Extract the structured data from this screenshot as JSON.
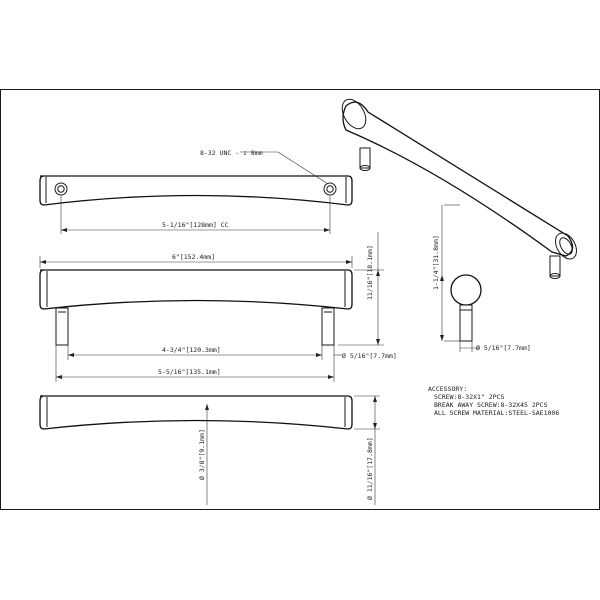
{
  "labels": {
    "thread": "8-32 UNC - ↧ 8mm",
    "cc": "5-1/16\"[128mm] CC",
    "overall_length": "6\"[152.4mm]",
    "height_side": "11/16\"[18.1mm]",
    "post_spacing": "4-3/4\"[120.3mm]",
    "post_dia": "Ø 5/16\"[7.7mm]",
    "foot_span": "5-5/16\"[135.1mm]",
    "end_height": "1-1/4\"[31.8mm]",
    "end_post_dia": "Ø 5/16\"[7.7mm]",
    "center_dia": "Ø 3/8\"[9.1mm]",
    "end_dia": "Ø 11/16\"[17.8mm]"
  },
  "accessory": {
    "title": "ACCESSORY:",
    "line1": "SCREW:8-32X1\" 2PCS",
    "line2": "BREAK AWAY SCREW:8-32X45 2PCS",
    "line3": "ALL SCREW MATERIAL:STEEL-SAE1006"
  }
}
